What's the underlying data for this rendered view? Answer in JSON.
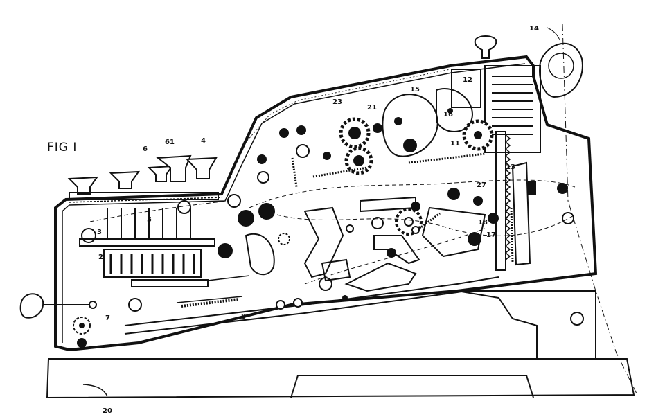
{
  "figure": {
    "title": "FIG I",
    "reference_numerals": [
      "14",
      "12",
      "15",
      "16",
      "11",
      "13",
      "23",
      "21",
      "61",
      "6",
      "4",
      "5",
      "2",
      "3",
      "27",
      "18",
      "17",
      "7",
      "8",
      "20"
    ]
  },
  "colors": {
    "ink": "#111111",
    "paper": "#ffffff"
  }
}
